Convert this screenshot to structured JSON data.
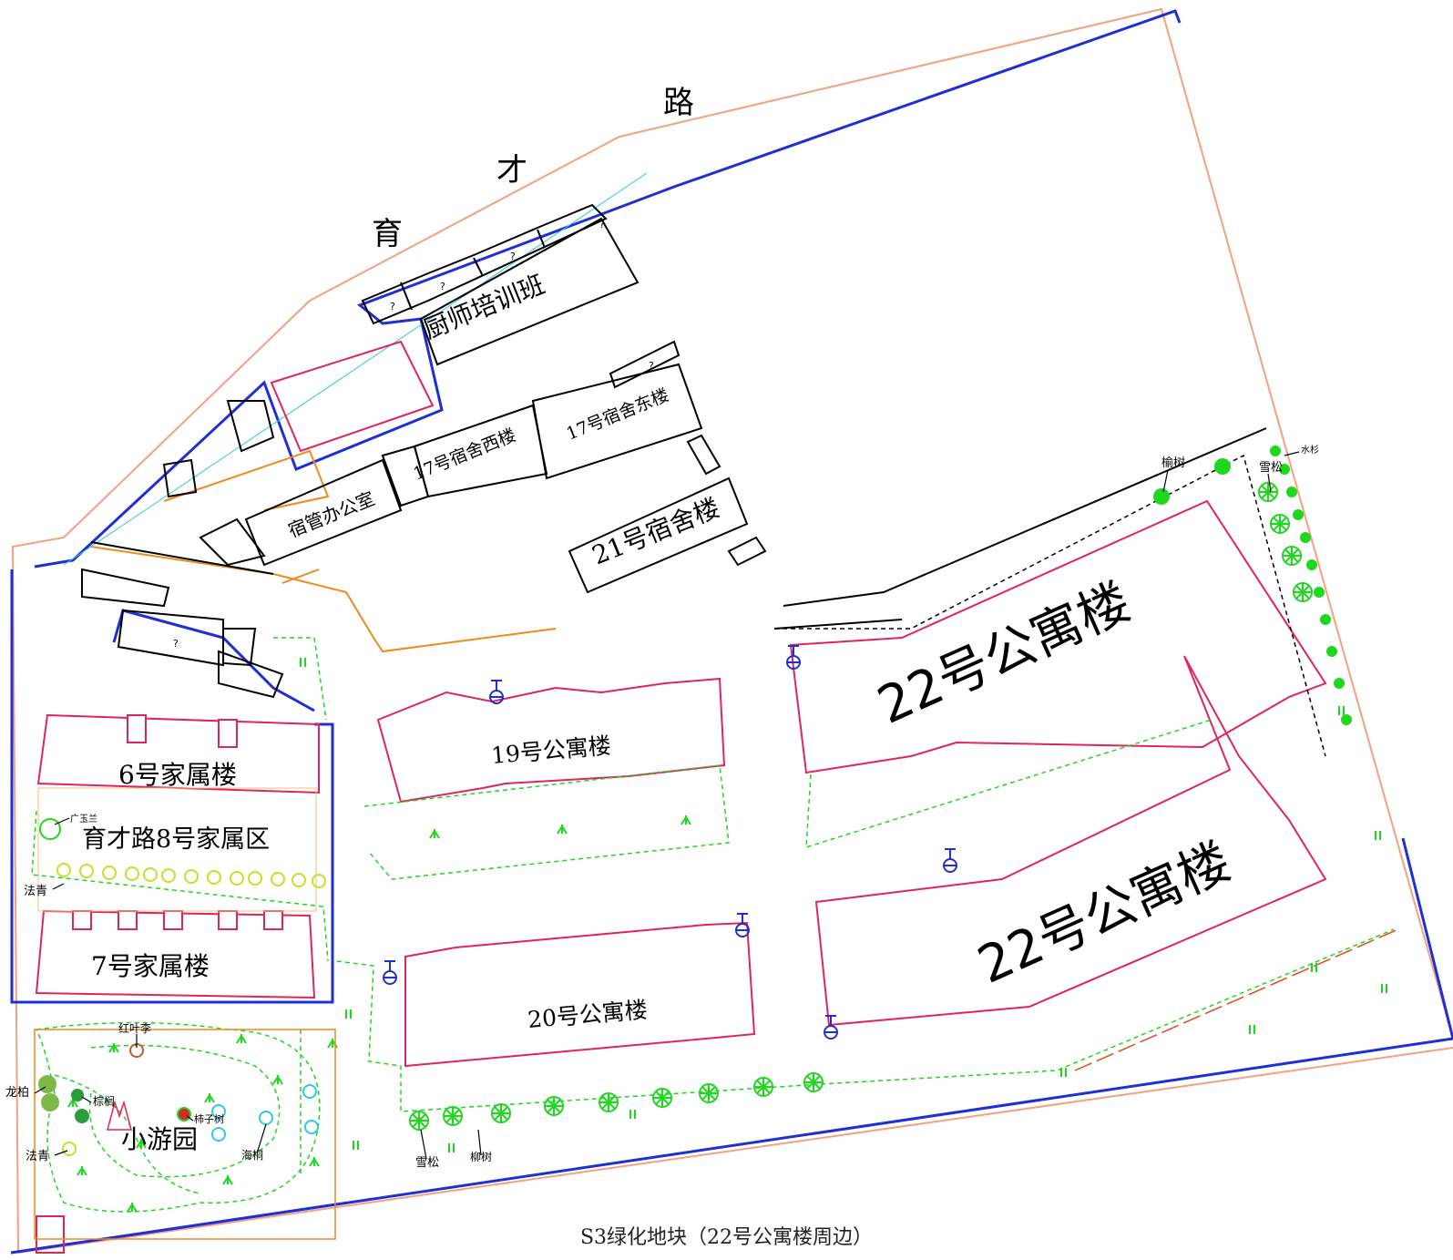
{
  "caption": "S3绿化地块（22号公寓楼周边）",
  "road": {
    "chars": [
      "育",
      "才",
      "路"
    ]
  },
  "buildings": {
    "chef_class": "厨师培训班",
    "dorm17_west": "17号宿舍西楼",
    "dorm17_east": "17号宿舍东楼",
    "dorm_office": "宿管办公室",
    "dorm21": "21号宿舍楼",
    "apt22_north": "22号公寓楼",
    "apt22_south": "22号公寓楼",
    "apt19": "19号公寓楼",
    "apt20": "20号公寓楼",
    "family6": "6号家属楼",
    "family7": "7号家属楼",
    "family_area": "育才路8号家属区",
    "garden": "小游园",
    "unknown": "?"
  },
  "plants": {
    "elm": "榆树",
    "cedar": "雪松",
    "metasequoia": "水杉",
    "magnolia": "广玉兰",
    "plane_tree": "法青",
    "plane_tree_2": "法青",
    "red_plum": "红叶李",
    "juniper": "龙柏",
    "palm": "棕榈",
    "persimmon": "柿子树",
    "paulownia": "海桐",
    "cedar_2": "雪松",
    "willow": "柳树"
  },
  "colors": {
    "boundary": "#1f2fd6",
    "road_edge": "#f4a17f",
    "building_red": "#e0245e",
    "green": "#1ed81e",
    "orange": "#f08a1c",
    "cyan": "#2ec8e8"
  }
}
